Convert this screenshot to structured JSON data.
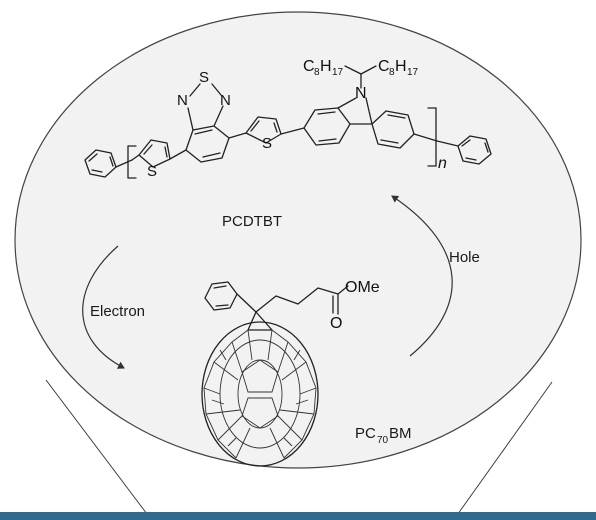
{
  "labels": {
    "donor_polymer": "PCDTBT",
    "acceptor_prefix": "PC",
    "acceptor_subscript": "70",
    "acceptor_suffix": "BM",
    "electron_path": "Electron",
    "hole_path": "Hole"
  },
  "atoms": {
    "sulfur": "S",
    "nitrogen": "N",
    "carbon": "C",
    "hydrogen": "H",
    "carbon_count": "8",
    "hydrogen_count": "17",
    "ester_group": "OMe",
    "oxygen": "O",
    "repeat_unit": "n"
  },
  "colors": {
    "circle_fill": "#f2f2f2",
    "line": "#222222",
    "bottom_bar": "#2e6b8f"
  }
}
